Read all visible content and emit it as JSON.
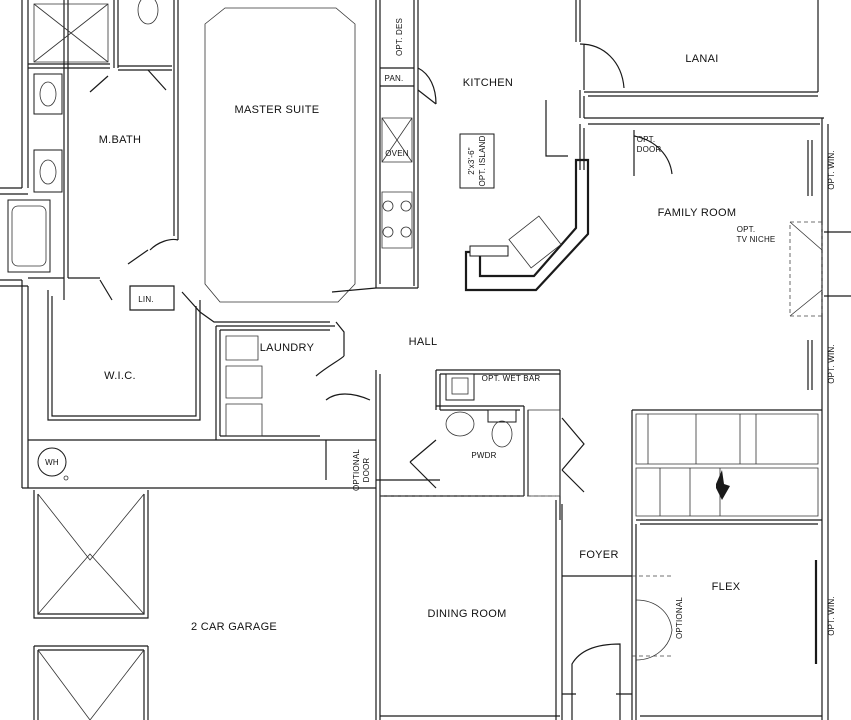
{
  "rooms": {
    "master_suite": "MASTER SUITE",
    "m_bath": "M.BATH",
    "wic": "W.I.C.",
    "lin": "LIN.",
    "laundry": "LAUNDRY",
    "hall": "HALL",
    "kitchen": "KITCHEN",
    "pan": "PAN.",
    "opt_desk": "OPT. DES",
    "oven": "OVEN",
    "island_size": "2'x3'-6\"",
    "island_opt": "OPT. ISLAND",
    "lanai": "LANAI",
    "family_room": "FAMILY ROOM",
    "opt_tv": "OPT.",
    "tv_niche": "TV NICHE",
    "opt_door_1": "OPT.",
    "opt_door_2": "DOOR",
    "opt_win_1": "OPT. WIN.",
    "opt_win_2": "OPT. WIN.",
    "opt_win_3": "OPT. WIN.",
    "opt_wet_bar": "OPT. WET BAR",
    "pwdr": "PWDR",
    "wh": "WH",
    "optional_door_1": "OPTIONAL",
    "optional_door_2": "DOOR",
    "garage": "2 CAR GARAGE",
    "dining_room": "DINING ROOM",
    "foyer": "FOYER",
    "flex": "FLEX",
    "optional": "OPTIONAL"
  }
}
